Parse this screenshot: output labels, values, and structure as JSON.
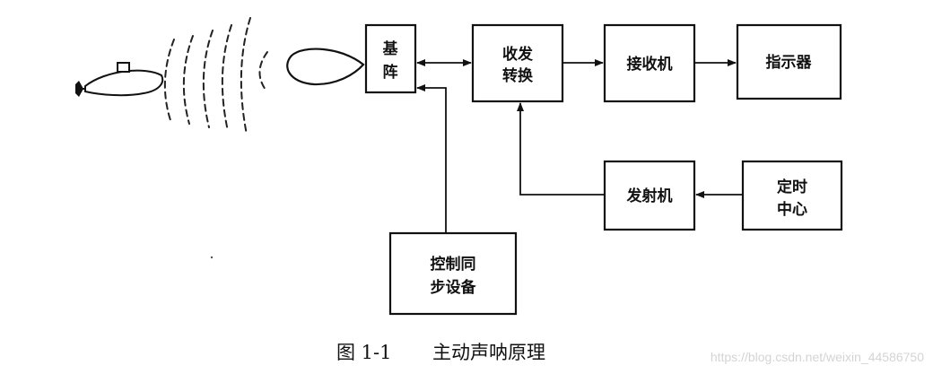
{
  "blocks": {
    "array": {
      "line1": "基",
      "line2": "阵"
    },
    "tr_switch": {
      "line1": "收发",
      "line2": "转换"
    },
    "receiver": {
      "label": "接收机"
    },
    "indicator": {
      "label": "指示器"
    },
    "transmitter": {
      "label": "发射机"
    },
    "timing_center": {
      "line1": "定时",
      "line2": "中心"
    },
    "sync_control": {
      "line1": "控制同",
      "line2": "步设备"
    }
  },
  "caption": {
    "figure_no": "图 1-1",
    "title": "主动声呐原理"
  },
  "watermark": "https://blog.csdn.net/weixin_44586750"
}
